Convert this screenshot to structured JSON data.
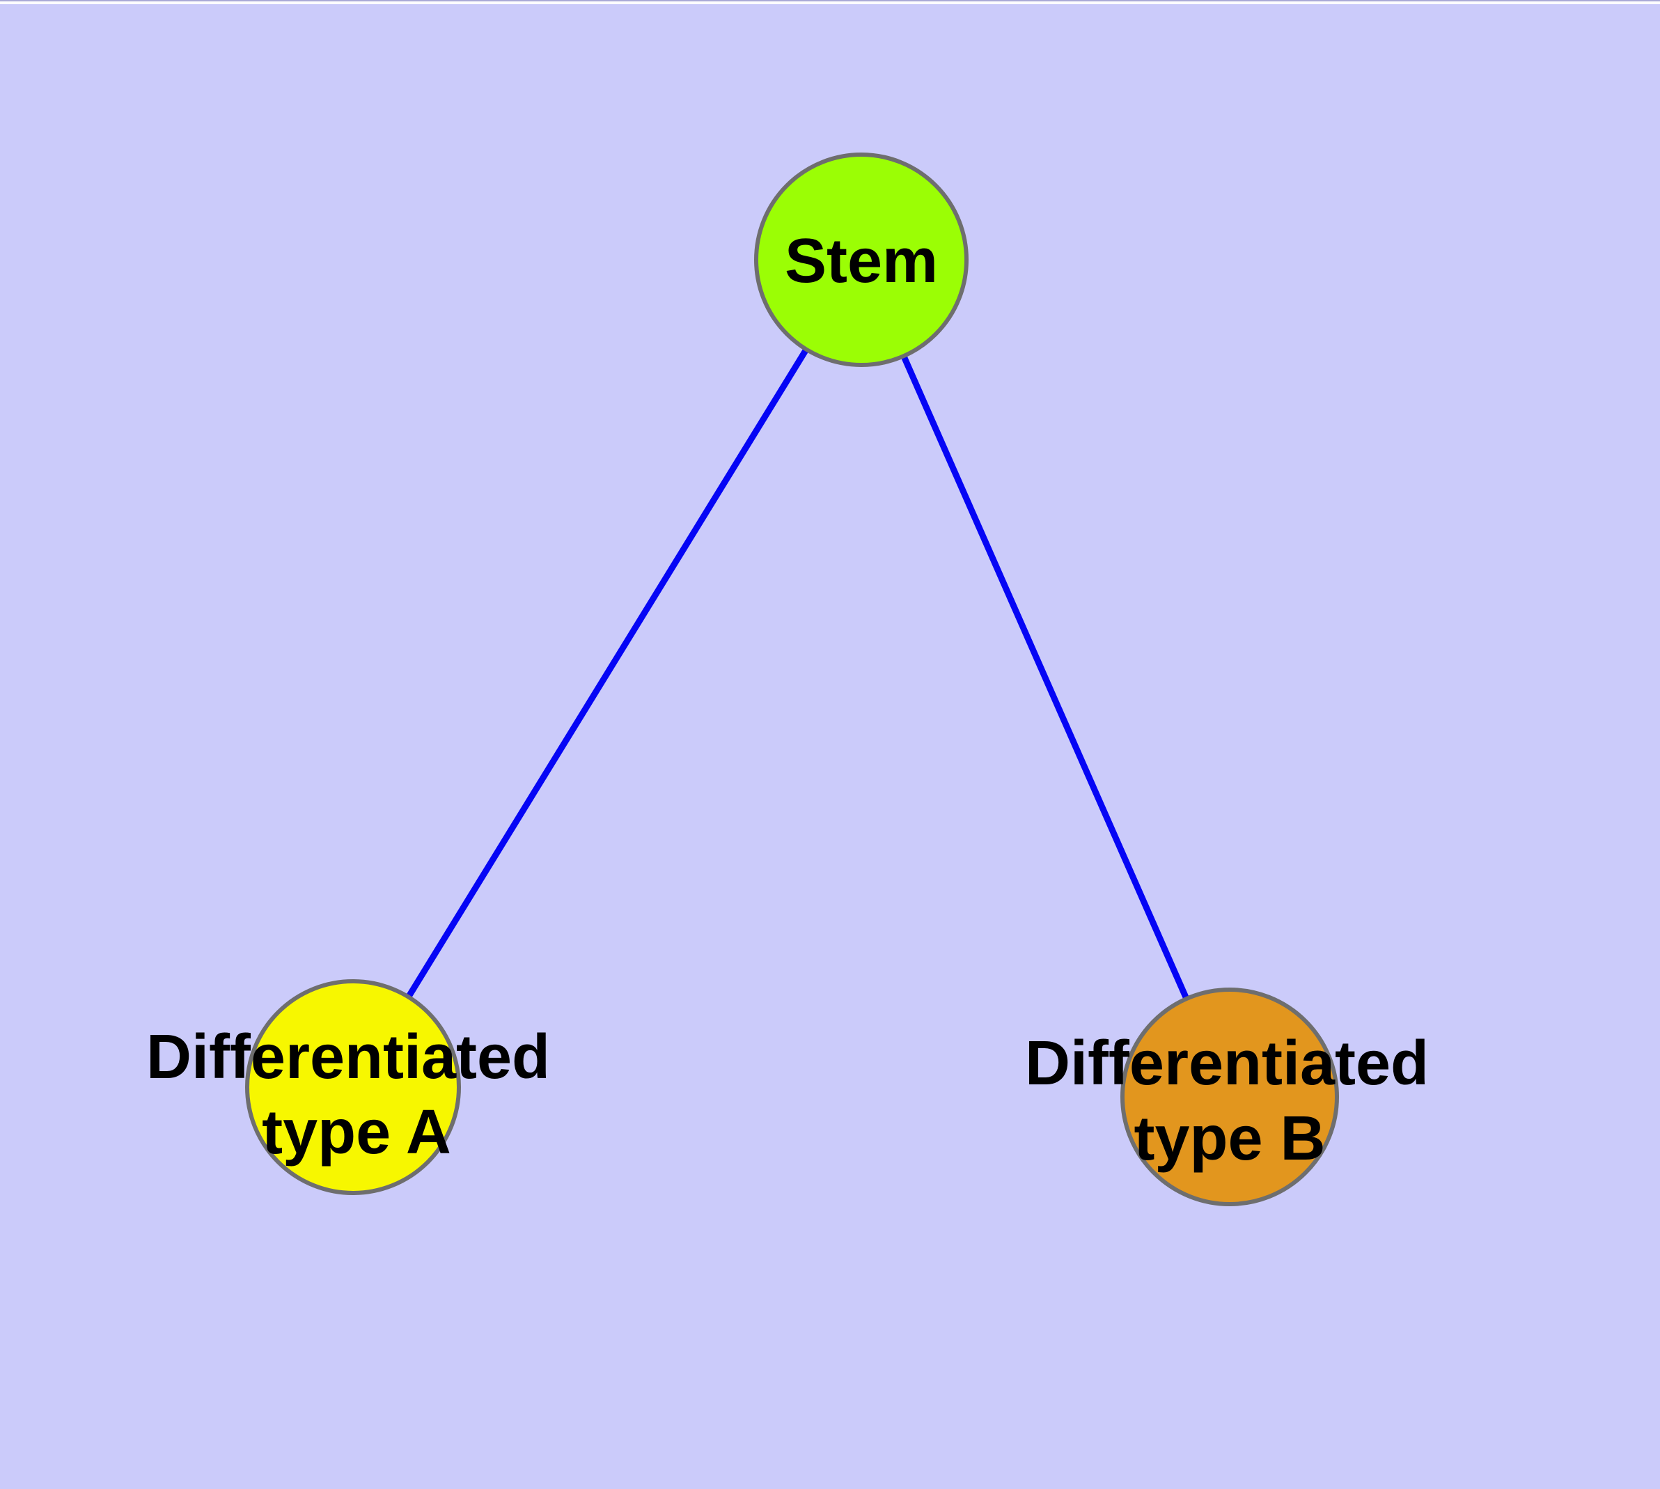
{
  "diagram": {
    "title": "",
    "background_color": "#CBCBFA",
    "edge_color": "#0505F5",
    "node_border_color": "#6E6E6E",
    "label_color": "#000000",
    "nodes": [
      {
        "id": "stem",
        "label": "Stem",
        "label_line1": "Stem",
        "label_line2": "",
        "color": "#9BFE05",
        "shape": "circle"
      },
      {
        "id": "type-a",
        "label": "Differentiated type A",
        "label_line1": "Differentiated",
        "label_line2": "type A",
        "color": "#F7F700",
        "shape": "circle"
      },
      {
        "id": "type-b",
        "label": "Differentiated type B",
        "label_line1": "Differentiated",
        "label_line2": "type B",
        "color": "#E2961E",
        "shape": "circle"
      }
    ],
    "edges": [
      {
        "from": "Stem",
        "to": "Differentiated type A"
      },
      {
        "from": "Stem",
        "to": "Differentiated type B"
      }
    ]
  }
}
